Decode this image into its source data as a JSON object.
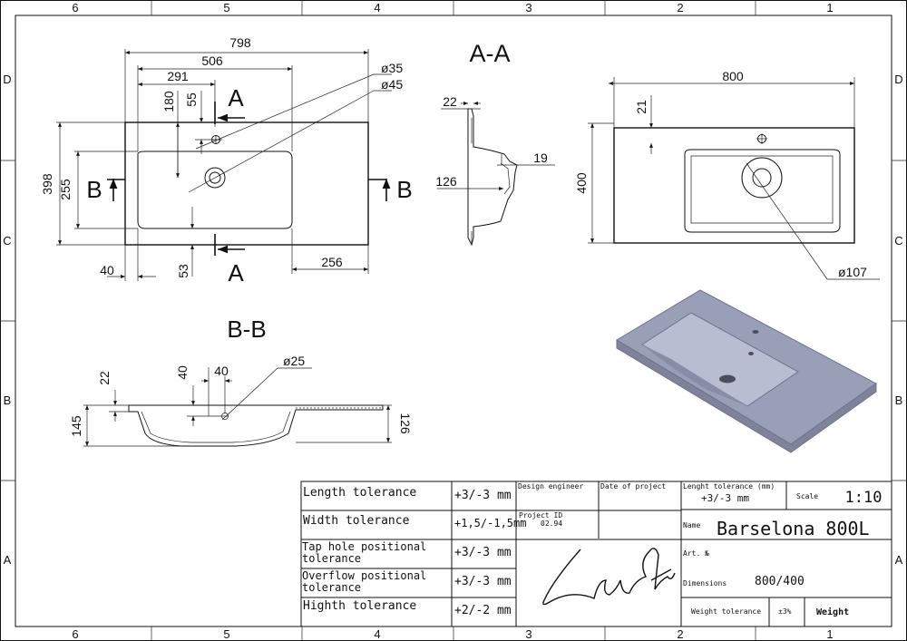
{
  "border": {
    "top_columns": [
      "6",
      "5",
      "4",
      "3",
      "2",
      "1"
    ],
    "bottom_columns": [
      "6",
      "5",
      "4",
      "3",
      "2",
      "1"
    ],
    "rows": [
      "D",
      "C",
      "B",
      "A"
    ]
  },
  "views": {
    "top": {
      "dims": {
        "overall_width": "798",
        "bowl_width": "506",
        "to_hole": "291",
        "to_tap": "180",
        "tap_offset": "55",
        "depth": "398",
        "bowl_depth": "255",
        "left_margin": "40",
        "front_margin": "53",
        "right_margin": "256",
        "tap_dia": "ø35",
        "overflow_dia": "ø45"
      },
      "section_marks": {
        "a_top": "A",
        "a_bottom": "A",
        "b_left": "B",
        "b_right": "B"
      }
    },
    "section_aa": {
      "title": "A-A",
      "dims": {
        "rim": "22",
        "depth": "126",
        "drain": "19"
      }
    },
    "side": {
      "dims": {
        "width": "800",
        "offset": "21",
        "depth": "400",
        "drain_dia": "ø107"
      }
    },
    "section_bb": {
      "title": "B-B",
      "dims": {
        "rim": "22",
        "total": "145",
        "depth": "126",
        "hole_h": "40",
        "hole_w": "40",
        "hole_dia": "ø25"
      }
    }
  },
  "render": {
    "body_color": "#9a9fb8",
    "bowl_color": "#b9bdd2",
    "edge_color": "#6f7390"
  },
  "title_block": {
    "tolerances": [
      {
        "label": "Length tolerance",
        "value": "+3/-3 mm"
      },
      {
        "label": "Width tolerance",
        "value": "+1,5/-1,5mm"
      },
      {
        "label": "Tap hole positional tolerance",
        "value": "+3/-3 mm"
      },
      {
        "label": "Overflow positional tolerance",
        "value": "+3/-3 mm"
      },
      {
        "label": "Highth tolerance",
        "value": "+2/-2 mm"
      }
    ],
    "design_engineer_label": "Design engineer",
    "date_label": "Date of project",
    "project_id_label": "Project ID",
    "project_id": "02.94",
    "signature": "LunArt",
    "length_tol_label": "Lenght tolerance (mm)",
    "length_tol_value": "+3/-3 mm",
    "scale_label": "Scale",
    "scale_value": "1:10",
    "name_label": "Name",
    "name_value": "Barselona 800L",
    "art_label": "Art. №",
    "dimensions_label": "Dimensions",
    "dimensions_value": "800/400",
    "weight_tol_label": "Weight tolerance",
    "weight_tol_value": "±3%",
    "weight_label": "Weight"
  }
}
